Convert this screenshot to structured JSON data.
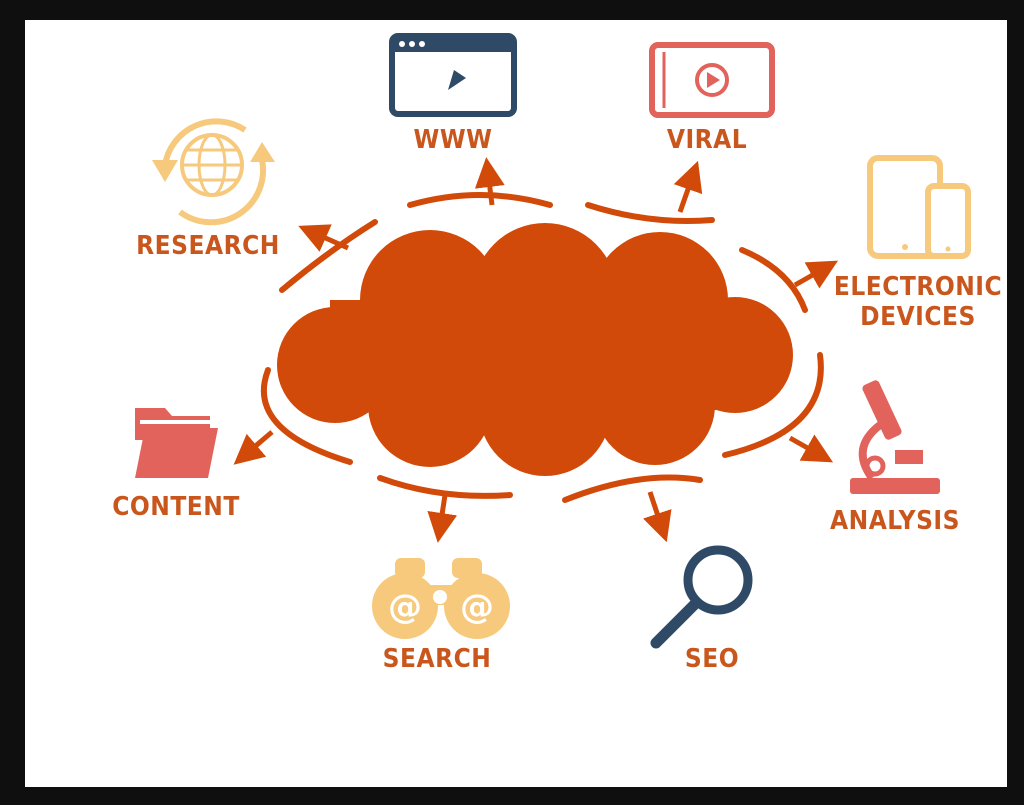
{
  "colors": {
    "cloud": "#d24a09",
    "text": "#c9561c",
    "yellow": "#f6c97c",
    "red": "#e2625c",
    "navy": "#2e4a66"
  },
  "labels": {
    "www": "WWW",
    "viral": "VIRAL",
    "research": "RESEARCH",
    "electronic_devices_line1": "ELECTRONIC",
    "electronic_devices_line2": "DEVICES",
    "content": "CONTENT",
    "analysis": "ANALYSIS",
    "search": "SEARCH",
    "seo": "SEO"
  },
  "icons": {
    "www": "browser-window-icon",
    "viral": "tablet-play-icon",
    "research": "globe-cycle-icon",
    "electronic_devices": "tablet-phone-icon",
    "content": "folder-icon",
    "analysis": "microscope-icon",
    "search": "binoculars-at-icon",
    "seo": "magnifier-icon"
  }
}
